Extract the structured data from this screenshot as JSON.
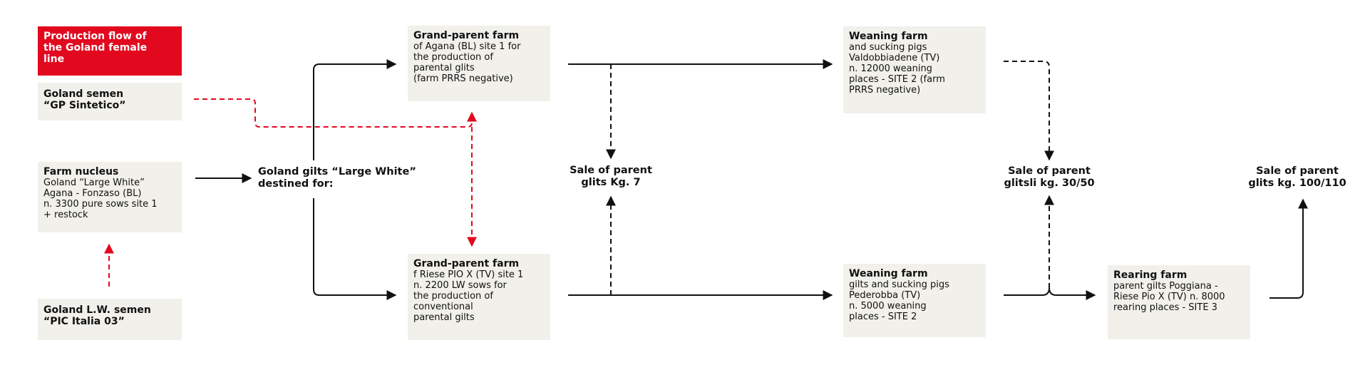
{
  "title": "Production flow of\nthe Goland female\nline",
  "boxes": {
    "goland_semen": {
      "heading": "Goland semen\n“GP Sintetico”"
    },
    "farm_nucleus": {
      "heading": "Farm nucleus",
      "text": "Goland “Large White”\nAgana - Fonzaso (BL)\nn. 3300 pure sows site 1\n+ restock"
    },
    "goland_lw_semen": {
      "heading": "Goland L.W. semen\n“PIC Italia 03”"
    },
    "gp_farm_top": {
      "heading": "Grand-parent farm",
      "text": "of Agana (BL) site 1 for\nthe production of\nparental glits\n(farm PRRS negative)"
    },
    "gp_farm_bottom": {
      "heading": "Grand-parent farm",
      "text": "f Riese PIO X (TV) site 1\nn. 2200 LW sows for\nthe production of\nconventional\nparental gilts"
    },
    "weaning_farm_top": {
      "heading": "Weaning farm",
      "text": "and sucking pigs\nValdobbiadene (TV)\nn. 12000 weaning\nplaces - SITE 2 (farm\nPRRS negative)"
    },
    "weaning_farm_bottom": {
      "heading": "Weaning farm",
      "text": "gilts and sucking pigs\nPederobba (TV)\nn. 5000 weaning\nplaces - SITE 2"
    },
    "rearing_farm": {
      "heading": "Rearing farm",
      "text": "parent gilts Poggiana -\nRiese Pio X (TV) n. 8000\nrearing places - SITE 3"
    }
  },
  "labels": {
    "gilts_destined": "Goland gilts “Large White”\ndestined for:",
    "sale_7": "Sale of parent\nglits Kg. 7",
    "sale_30_50": "Sale of parent\nglitsli kg. 30/50",
    "sale_100_110": "Sale of parent\nglits kg. 100/110"
  },
  "colors": {
    "accent_red": "#e2091f",
    "box_fill": "#f1f0ea",
    "line_black": "#111111"
  }
}
